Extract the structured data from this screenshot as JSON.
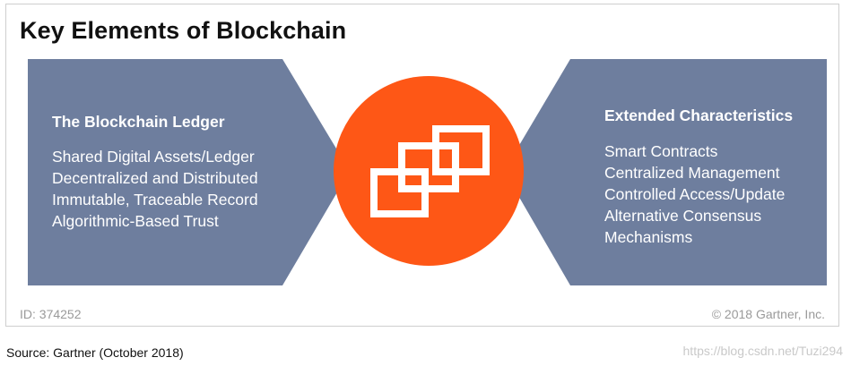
{
  "figure": {
    "title": "Key Elements of Blockchain",
    "left_panel": {
      "heading": "The Blockchain Ledger",
      "items": [
        "Shared Digital Assets/Ledger",
        "Decentralized and Distributed",
        "Immutable, Traceable Record",
        "Algorithmic-Based Trust"
      ]
    },
    "right_panel": {
      "heading": "Extended Characteristics",
      "items": [
        "Smart Contracts",
        "Centralized Management",
        "Controlled Access/Update",
        "Alternative Consensus",
        "Mechanisms"
      ]
    },
    "center_icon": "chain-link-icon",
    "id_label": "ID: 374252",
    "copyright": "© 2018 Gartner, Inc."
  },
  "source": "Source: Gartner (October 2018)",
  "watermark": "https://blog.csdn.net/Tuzi294",
  "colors": {
    "panel": "#6e7e9e",
    "circle": "#fe5716",
    "icon": "#ffffff",
    "title": "#111111",
    "footer_text": "#9a9a9a"
  }
}
